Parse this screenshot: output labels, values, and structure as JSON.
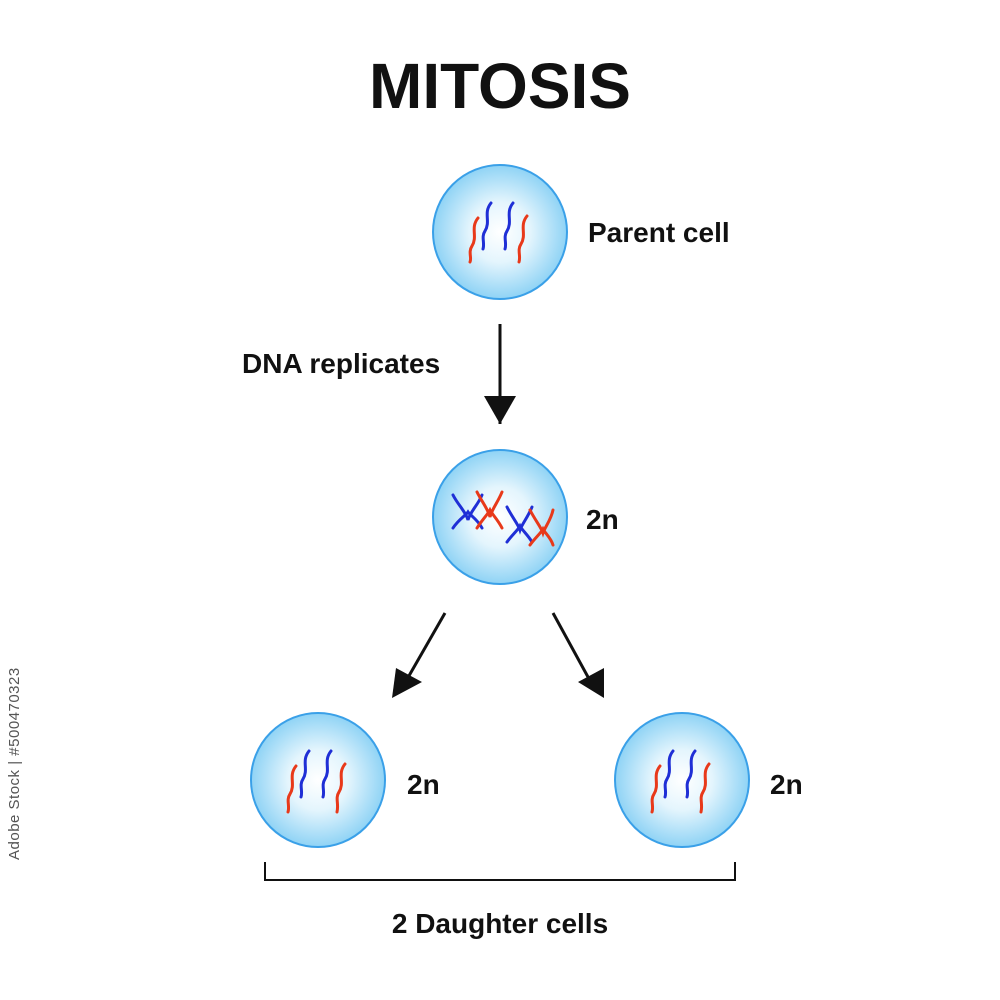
{
  "title": "MITOSIS",
  "labels": {
    "parent_cell": "Parent cell",
    "dna_replicates": "DNA replicates",
    "replicated_ploidy": "2n",
    "daughter_left_ploidy": "2n",
    "daughter_right_ploidy": "2n",
    "daughter_cells": "2 Daughter cells"
  },
  "watermark": "Adobe Stock | #500470323",
  "colors": {
    "chromosome_red": "#e8391a",
    "chromosome_blue": "#1f2fd6",
    "cell_border": "#3aa0e8",
    "cell_fill_center": "#ffffff",
    "cell_fill_edge": "#8fd3f5",
    "ink": "#111111"
  }
}
